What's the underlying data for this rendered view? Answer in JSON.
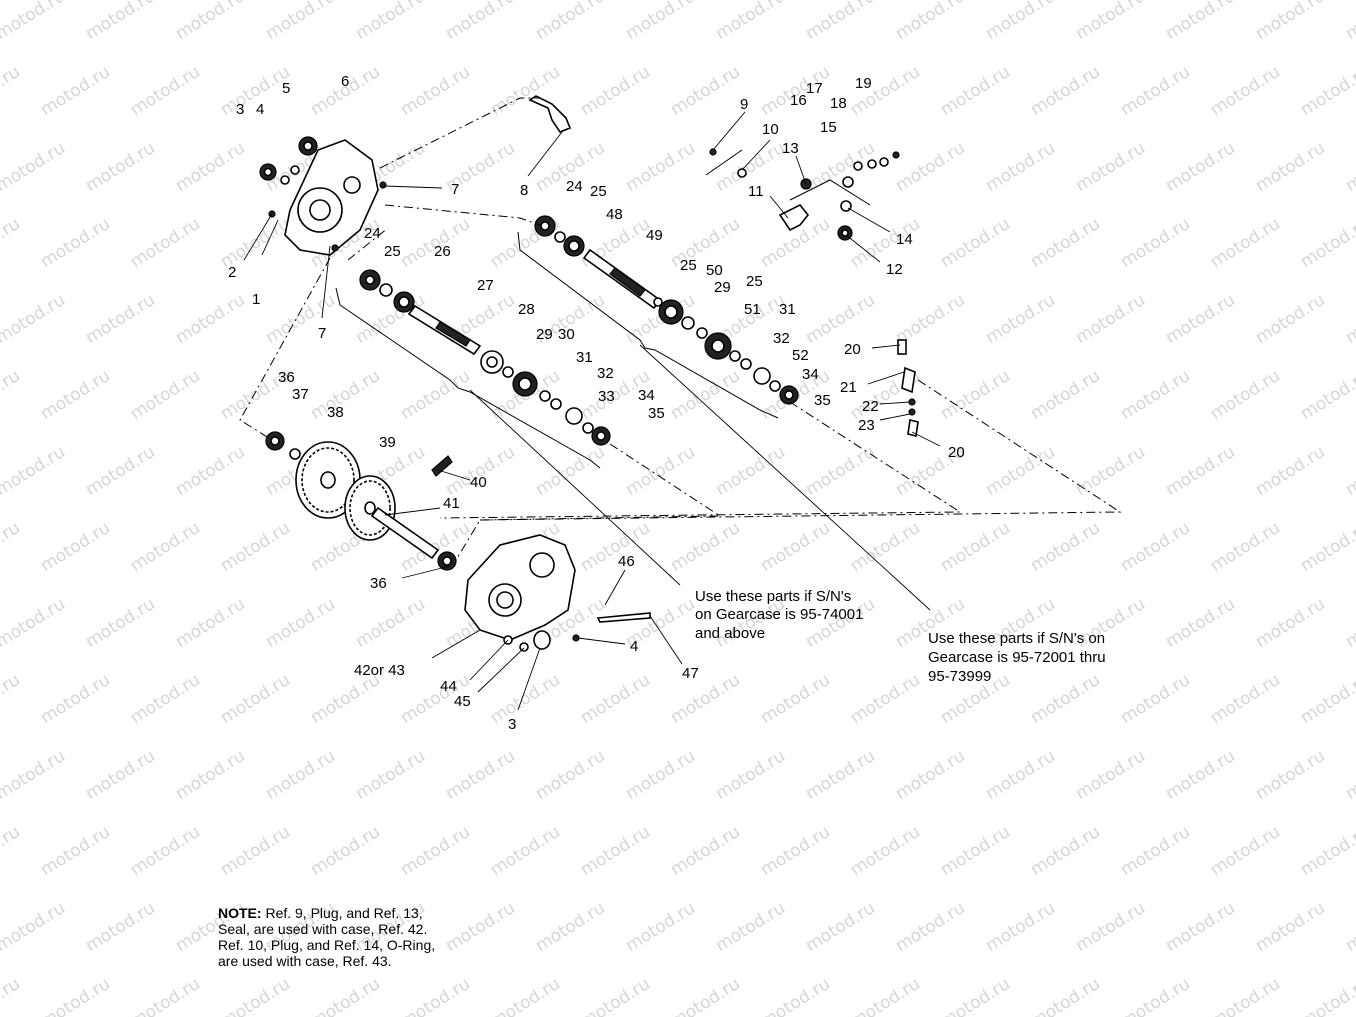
{
  "watermark": "motod.ru",
  "labels": {
    "1": "1",
    "2": "2",
    "3": "3",
    "4": "4",
    "5": "5",
    "6": "6",
    "7": "7",
    "8": "8",
    "9": "9",
    "10": "10",
    "11": "11",
    "12": "12",
    "13": "13",
    "14": "14",
    "15": "15",
    "16": "16",
    "17": "17",
    "18": "18",
    "19": "19",
    "20": "20",
    "21": "21",
    "22": "22",
    "23": "23",
    "24": "24",
    "25": "25",
    "26": "26",
    "27": "27",
    "28": "28",
    "29": "29",
    "30": "30",
    "31": "31",
    "32": "32",
    "33": "33",
    "34": "34",
    "35": "35",
    "36": "36",
    "37": "37",
    "38": "38",
    "39": "39",
    "40": "40",
    "41": "41",
    "42or43": "42or 43",
    "44": "44",
    "45": "45",
    "46": "46",
    "47": "47",
    "48": "48",
    "49": "49",
    "50": "50",
    "51": "51",
    "52": "52"
  },
  "callout_a": {
    "line1": "Use these parts if S/N's",
    "line2": "on Gearcase is 95-74001",
    "line3": "and above"
  },
  "callout_b": {
    "line1": "Use these parts if S/N's on",
    "line2": "Gearcase is 95-72001 thru",
    "line3": "95-73999"
  },
  "note": {
    "heading": "NOTE:",
    "line1": " Ref. 9, Plug, and Ref. 13,",
    "line2": "Seal, are used with case, Ref. 42.",
    "line3": "Ref. 10, Plug, and Ref. 14, O-Ring,",
    "line4": "are used with case, Ref. 43."
  }
}
